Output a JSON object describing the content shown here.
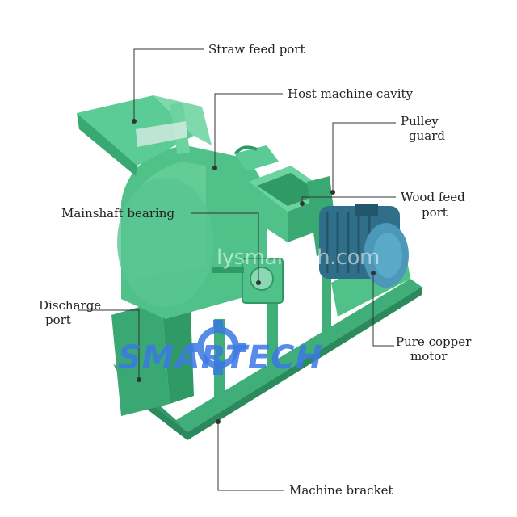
{
  "labels": {
    "straw_feed_port": "Straw feed port",
    "host_machine_cavity": "Host machine cavity",
    "pulley_guard_line1": "Pulley",
    "pulley_guard_line2": "guard",
    "wood_feed_port_line1": "Wood feed",
    "wood_feed_port_line2": "port",
    "mainshaft_bearing": "Mainshaft bearing",
    "discharge_port_line1": "Discharge",
    "discharge_port_line2": "port",
    "pure_copper_motor_line1": "Pure copper",
    "pure_copper_motor_line2": "motor",
    "machine_bracket": "Machine bracket"
  },
  "watermark": {
    "site": "lysmartech.com",
    "brand": "SMARTECH"
  },
  "colors": {
    "machine_green": "#4fc189",
    "machine_green_dark": "#2f9a66",
    "machine_green_light": "#7fd9ac",
    "motor_blue": "#3a7d99",
    "leader_line": "#333333"
  }
}
